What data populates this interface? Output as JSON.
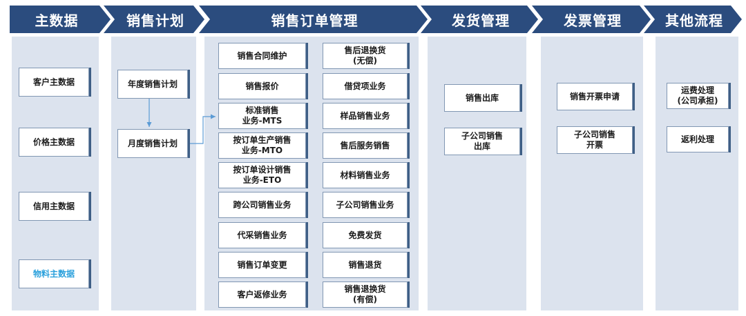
{
  "stages": [
    {
      "key": "master",
      "label": "主数据"
    },
    {
      "key": "plan",
      "label": "销售计划"
    },
    {
      "key": "order",
      "label": "销售订单管理"
    },
    {
      "key": "ship",
      "label": "发货管理"
    },
    {
      "key": "invoice",
      "label": "发票管理"
    },
    {
      "key": "other",
      "label": "其他流程"
    }
  ],
  "master": [
    "客户主数据",
    "价格主数据",
    "信用主数据",
    "物料主数据"
  ],
  "plan": [
    "年度销售计划",
    "月度销售计划"
  ],
  "order_left": [
    "销售合同维护",
    "销售报价",
    "标准销售\n业务-MTS",
    "按订单生产销售\n业务-MTO",
    "按订单设计销售\n业务-ETO",
    "跨公司销售业务",
    "代采销售业务",
    "销售订单变更",
    "客户返修业务"
  ],
  "order_right": [
    "售后退换货\n(无偿)",
    "借贷项业务",
    "样品销售业务",
    "售后服务销售",
    "材料销售业务",
    "子公司销售业务",
    "免费发货",
    "销售退货",
    "销售退换货\n(有偿)"
  ],
  "ship": [
    "销售出库",
    "子公司销售\n出库"
  ],
  "invoice": [
    "销售开票申请",
    "子公司销售\n开票"
  ],
  "other": [
    "运费处理\n(公司承担)",
    "返利处理"
  ],
  "colors": {
    "chevron": "#2b4c7e",
    "column": "#dce3ee",
    "box_border": "#8096b2",
    "box_shadow": "#3f5f86",
    "arrow": "#5b9bd5",
    "highlight": "#2aa0dc"
  }
}
